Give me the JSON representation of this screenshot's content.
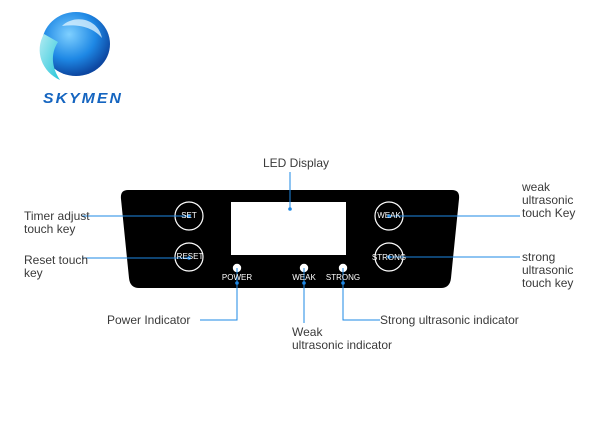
{
  "brand": {
    "name": "SKYMEN"
  },
  "panel": {
    "keys": {
      "set": "SET",
      "reset": "RESET",
      "weak": "WEAK",
      "strong": "STRONG"
    },
    "indicators": {
      "power": "POWER",
      "weak": "WEAK",
      "strong": "STRONG"
    }
  },
  "callouts": {
    "led_display": "LED Display",
    "timer_line1": "Timer adjust",
    "timer_line2": "touch key",
    "reset_line1": "Reset touch",
    "reset_line2": "key",
    "weak_key_line1": "weak",
    "weak_key_line2": "ultrasonic",
    "weak_key_line3": "touch Key",
    "strong_key_line1": "strong",
    "strong_key_line2": "ultrasonic",
    "strong_key_line3": "touch key",
    "power_indicator": "Power Indicator",
    "weak_ind_line1": "Weak",
    "weak_ind_line2": "ultrasonic  indicator",
    "strong_indicator": "Strong ultrasonic  indicator"
  },
  "colors": {
    "brand_blue": "#1565c0",
    "panel": "#000000",
    "indicator": "#ffffff"
  }
}
